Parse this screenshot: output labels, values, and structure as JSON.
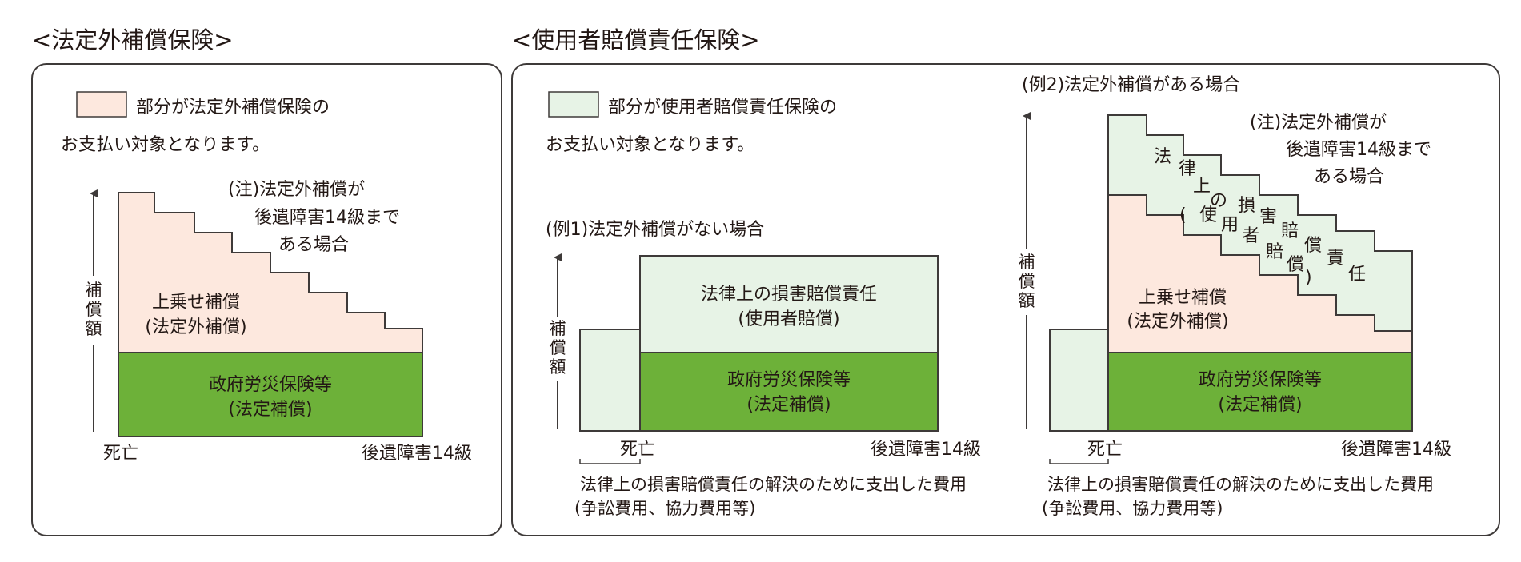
{
  "colors": {
    "pink_fill": "#fde8de",
    "light_green_fill": "#e7f3e6",
    "green_fill": "#6db139",
    "line": "#3e3a39",
    "text": "#231815"
  },
  "left": {
    "title": "<法定外補償保険>",
    "legend_text": "部分が法定外補償保険の",
    "legend_text2": "お支払い対象となります。",
    "note_line1": "(注)法定外補償が",
    "note_line2": "後遺障害14級まで",
    "note_line3": "ある場合",
    "upper_line1": "上乗せ補償",
    "upper_line2": "(法定外補償)",
    "base_line1": "政府労災保険等",
    "base_line2": "(法定補償)",
    "yaxis": [
      "補",
      "償",
      "額"
    ],
    "x_left": "死亡",
    "x_right": "後遺障害14級"
  },
  "right": {
    "title": "<使用者賠償責任保険>",
    "legend_text": "部分が使用者賠償責任保険の",
    "legend_text2": "お支払い対象となります。",
    "ex1": {
      "title": "(例1)法定外補償がない場合",
      "upper_line1": "法律上の損害賠償責任",
      "upper_line2": "(使用者賠償)",
      "base_line1": "政府労災保険等",
      "base_line2": "(法定補償)",
      "yaxis": [
        "補",
        "償",
        "額"
      ],
      "x_left": "死亡",
      "x_right": "後遺障害14級",
      "foot_line1": "法律上の損害賠償責任の解決のために支出した費用",
      "foot_line2": "(争訟費用、協力費用等)"
    },
    "ex2": {
      "title": "(例2)法定外補償がある場合",
      "note_line1": "(注)法定外補償が",
      "note_line2": "後遺障害14級まで",
      "note_line3": "ある場合",
      "diag_chars": [
        "法",
        "律",
        "上",
        "の",
        "(",
        "使",
        "用",
        "損",
        "害",
        "者",
        "賠",
        "償",
        "賠",
        "償",
        ")",
        "責",
        "任"
      ],
      "upper_line1": "上乗せ補償",
      "upper_line2": "(法定外補償)",
      "base_line1": "政府労災保険等",
      "base_line2": "(法定補償)",
      "yaxis": [
        "補",
        "償",
        "額"
      ],
      "x_left": "死亡",
      "x_right": "後遺障害14級",
      "foot_line1": "法律上の損害賠償責任の解決のために支出した費用",
      "foot_line2": "(争訟費用、協力費用等)"
    }
  }
}
